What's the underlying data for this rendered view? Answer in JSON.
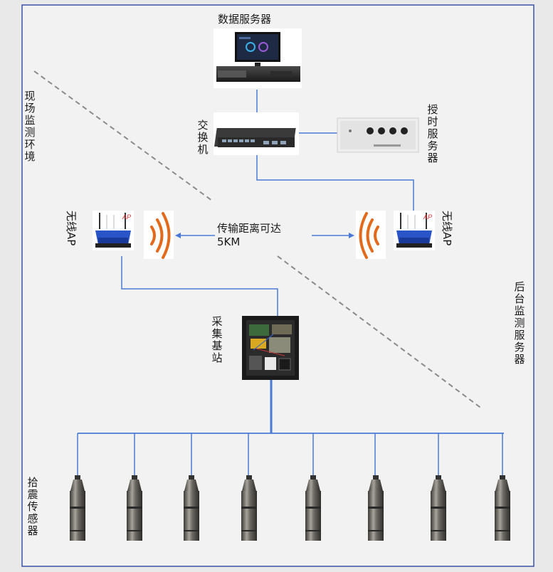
{
  "labels": {
    "data_server": "数据服务器",
    "switch": "交换机",
    "timing_server": "授时服务器",
    "field_env": "现场监测环境",
    "backend": "后台监测服务器",
    "wireless_ap_left": "无线AP",
    "wireless_ap_right": "无线AP",
    "distance_line1": "传输距离可达",
    "distance_line2": "5KM",
    "base_station": "采集基站",
    "sensors": "拾震传感器",
    "ap_badge": "AP"
  },
  "sensor_count": 8,
  "colors": {
    "frame": "#3a52a8",
    "line": "#4a7ad6",
    "wave": "#e36a1a",
    "dashed": "#8a8a8a",
    "background": "#e9e9e9",
    "panel": "#f2f2f2"
  }
}
